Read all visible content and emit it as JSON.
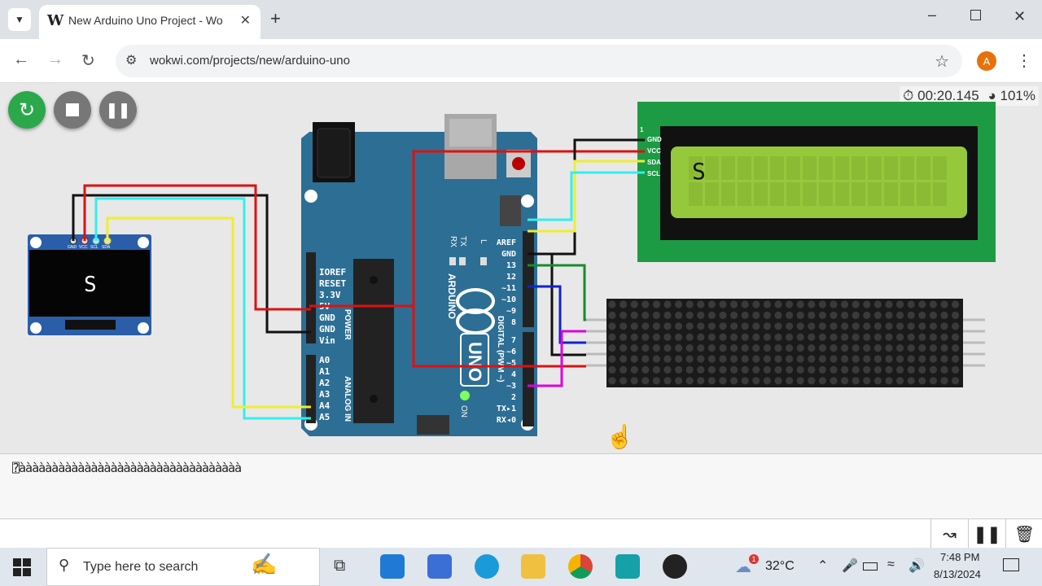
{
  "browser": {
    "tab_title": "New Arduino Uno Project - Wo",
    "tab_favicon": "W",
    "url": "wokwi.com/projects/new/arduino-uno",
    "profile_initial": "A"
  },
  "sim": {
    "timer": "00:20.145",
    "speed": "101%",
    "oled_text": "S",
    "lcd_text": "S",
    "oled_pins": [
      "GND",
      "VCC",
      "SCL",
      "SDA"
    ],
    "lcd_pins": [
      "GND",
      "VCC",
      "SDA",
      "SCL"
    ],
    "lcd_pin1": "1",
    "board": {
      "power_labels": [
        "IOREF",
        "RESET",
        "3.3V",
        "5V",
        "GND",
        "GND",
        "Vin"
      ],
      "analog_labels": [
        "A0",
        "A1",
        "A2",
        "A3",
        "A4",
        "A5"
      ],
      "digital_labels": [
        "AREF",
        "GND",
        "13",
        "12",
        "~11",
        "~10",
        "~9",
        "8",
        "7",
        "~6",
        "~5",
        "4",
        "~3",
        "2",
        "TX▸1",
        "RX◂0"
      ],
      "power": "POWER",
      "analog_in": "ANALOG IN",
      "digital": "DIGITAL (PWM ~)",
      "arduino": "ARDUINO",
      "uno": "UNO",
      "on": "ON",
      "tx": "TX",
      "rx": "RX",
      "l": "L"
    }
  },
  "serial": {
    "output": "⍰àààààààààààààààààààààààààààààààààà"
  },
  "taskbar": {
    "search_placeholder": "Type here to search",
    "weather": "32°C",
    "weather_badge": "1",
    "time": "7:48 PM",
    "date": "8/13/2024"
  },
  "colors": {
    "board": "#2d6e94",
    "lcd_green": "#96c83c",
    "lcd_bezel": "#1d9a44",
    "restart_green": "#2aa84a"
  }
}
